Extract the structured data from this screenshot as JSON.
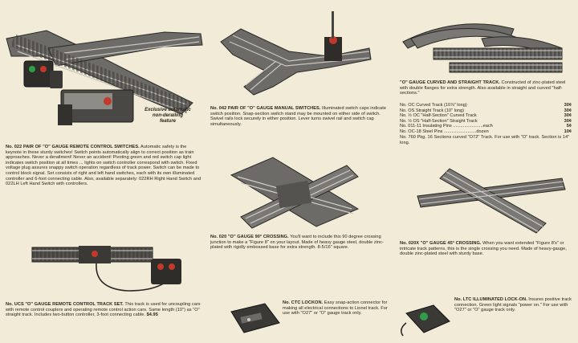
{
  "switch022": {
    "caption": "Exclusive automatic non-derailing feature",
    "heading": "No. 022 PAIR OF \"O\" GAUGE REMOTE CONTROL SWITCHES.",
    "body": "Automatic safety is the keynote in these sturdy switches! Switch points automatically align to correct position as train approaches. Never a derailment! Never an accident! Pivoting green and red switch cap light indicates switch position at all times ... lights on switch controller correspond with switch. Fixed voltage plug assures snappy switch operation regardless of track power. Switch can be made to control block signal. Set consists of right and left hand switches, each with its own illuminated controller and 6-foot connecting cable.",
    "also": "Also, available separately: 022RH Right Hand Switch and 022LH Left Hand Switch with controllers."
  },
  "switch042": {
    "heading": "No. 042 PAIR OF \"O\" GAUGE MANUAL SWITCHES.",
    "body": "Illuminated switch caps indicate switch position. Snap-section switch stand may be mounted on either side of switch. Swivel rails lock securely in either position. Lever turns swivel rail and switch cap simultaneously."
  },
  "curved": {
    "heading": "\"O\" GAUGE CURVED AND STRAIGHT TRACK.",
    "body": "Constructed of zinc-plated steel with double flanges for extra strength. Also available in straight and curved \"half-sections.\"",
    "items": [
      {
        "label": "No. OC Curved Track (10⅞\" long)",
        "price": "30¢"
      },
      {
        "label": "No. OS Straight Track (10\" long)",
        "price": "30¢"
      },
      {
        "label": "No. ½ OC \"Half-Section\" Curved Track",
        "price": "30¢"
      },
      {
        "label": "No. ½ OS \"Half-Section\" Straight Track",
        "price": "30¢"
      },
      {
        "label": "No. 011-11 Insulating Pins ........................each",
        "price": "5¢"
      },
      {
        "label": "No. OC-18 Steel Pins ..........................dozen",
        "price": "10¢"
      }
    ],
    "pkg": "No. 760 Pkg. 16 Sections curved \"O72\" Track. For use with \"O\" track. Section is 14\" long."
  },
  "crossing020": {
    "heading": "No. 020 \"O\" GAUGE 90° CROSSING.",
    "body": "You'll want to include this 90 degree crossing junction to make a \"Figure 8\" on your layout. Made of heavy gauge steel, double zinc-plated with rigidly embossed base for extra strength. 8-5/16\" square."
  },
  "crossing020x": {
    "heading": "No. 020X \"O\" GAUGE 45° CROSSING.",
    "body": "When you want extended \"Figure 8's\" or intricate track patterns, this is the single crossing you need. Made of heavy-gauge, double zinc-plated steel with sturdy base."
  },
  "ucs": {
    "heading": "No. UCS \"O\" GAUGE REMOTE CONTROL TRACK SET.",
    "body": "This track is used for uncoupling cars with remote control couplers and operating remote control action cars. Same length (10\") as \"O\" straight track. Includes two-button controller, 3-foot connecting cable.",
    "price": "$4.95"
  },
  "ctc": {
    "heading": "No. CTC LOCKON.",
    "body": "Easy snap-action connector for making all electrical connections to Lionel track. For use with \"O27\" or \"O\" gauge track only."
  },
  "ltc": {
    "heading": "No. LTC ILLUMINATED LOCK-ON.",
    "body": "Insures positive track connection. Green light signals \"power on.\" For use with \"O27\" or \"O\" gauge track only."
  }
}
